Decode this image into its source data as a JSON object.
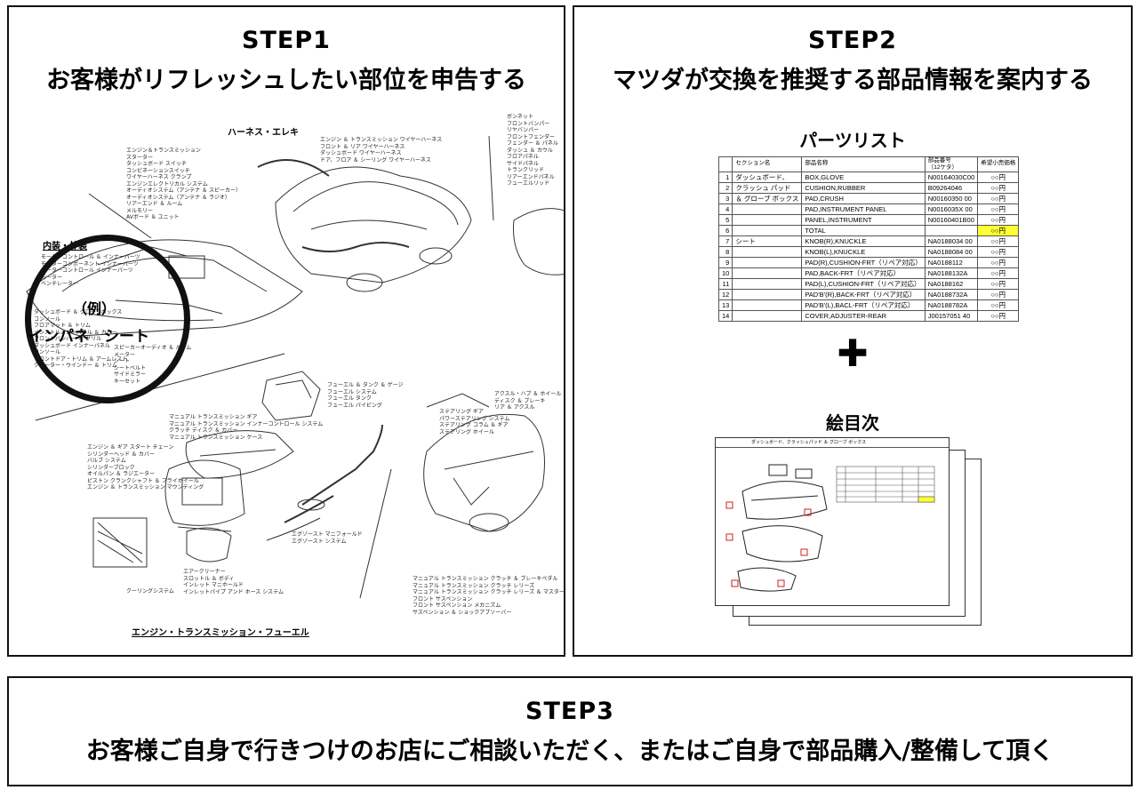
{
  "step1": {
    "title": "STEP1",
    "desc": "お客様がリフレッシュしたい部位を申告する",
    "diagram": {
      "harness_label": "ハーネス・エレキ",
      "interior_label": "内装・外装",
      "engine_label": "エンジン・トランスミッション・フューエル",
      "example_label": "（例）",
      "example_text": "インパネ　シート",
      "harness_items_left": "エンジン＆トランスミッション\nスターター\nタッシュボード スイッチ\nコンビネーションスイッチ\nワイヤーハーネス クランプ\nエンジンエレクトリカル システム\nオーディオシステム（アンテナ ＆ スピーカー）\nオーディオシステム（アンテナ ＆ ラジオ）\nリアーエンド ＆ ルーム\nメルモリー\nAVボード ＆ ユニット",
      "harness_items_top": "エンジン ＆ トランスミッション ワイヤーハーネス\nフロント ＆ リア ワイヤーハーネス\nダッシュボード ワイヤーハーネス\nドア、フロア ＆ シーリング ワイヤーハーネス",
      "harness_items_right": "ボンネット\nフロントバンパー\nリヤバンパー\nフロントフェンダー\nフェンダー ＆ パネル\nダッシュ ＆ カウル\nフロアパネル\nサイドパネル\nトランクリッド\nリアーエンドパネル\nフューエルリッド",
      "interior_items_1": "モーターコントロール ＆ インナーパーツ\nモーターコンポーネント インナーパーツ\nモーターコントロール インナーパーツ\nモーター\nベンチレーター",
      "interior_items_2": "ダッシュボード ＆ グローブボックス\nコンソール\nフロアマット ＆ トリム\nインストルメントパネル ＆ カバー\nフロントバンパー ＆ グリル\nダッシュボード インナーパネル\nコンソール\nフロントドア・トリム ＆ アームレスト\nクオーター・ウインドー ＆ トリム",
      "interior_items_3": "スピーカーオーディオ ＆ ルーム\nメーター\nシート\nシートベルト\nサイドミラー\nキーセット",
      "fuel_items": "フューエル ＆ タンク ＆ ゲージ\nフューエル システム\nフューエル タンク\nフューエル パイピング",
      "trans_items": "マニュアル トランスミッション ギア\nマニュアル トランスミッション インナーコントロール システム\nクラッチ ディスク ＆ カバー\nマニュアル トランスミッション ケース",
      "engine_items": "エンジン ＆ ギア スタート チェーン\nシリンダーヘッド ＆ カバー\nバルブ システム\nシリンダーブロック\nオイルパン ＆ ラジエーター\nピストン クランクシャフト ＆ フライホイール\nエンジン ＆ トランスミッション マウンティング",
      "steering_items": "ステアリング ギア\nパワーステアリング システム\nステアリング コラム ＆ ギア\nステアリング ホイール",
      "axle_items": "アクスル・ハブ ＆ ホイール システム\nディスク ＆ ブレーキ\nリア ＆ アクスル",
      "exhaust_items": "エグゾースト マニフォールド\nエグゾースト システム",
      "air_items": "エアークリーナー\nスロットル ＆ ボディ\nインレット マニホールド\nインレットパイプ アンド ホース システム",
      "cooling_items": "クーリングシステム",
      "brake_items": "マニュアル トランスミッション クラッチ ＆ ブレーキペダル\nマニュアル トランスミッション クラッチ レリーズ\nマニュアル トランスミッション クラッチ レリーズ ＆ マスターシリンダー\nフロント サスペンション\nフロント サスペンション メカニズム\nサスペンション ＆ ショックアブソーバー"
    }
  },
  "step2": {
    "title": "STEP2",
    "desc": "マツダが交換を推奨する部品情報を案内する",
    "parts_list_title": "パーツリスト",
    "plus_glyph": "✚",
    "illustration_title": "絵目次",
    "table": {
      "headers": [
        "",
        "セクション名",
        "部品名称",
        "部品番号\n（12ケタ）",
        "希望小売価格"
      ],
      "rows": [
        {
          "no": "1",
          "section": "ダッシュボード、",
          "name": "BOX,GLOVE",
          "part": "N00164030C00",
          "price": "○○円",
          "yellow": false
        },
        {
          "no": "2",
          "section": "クラッシュ パッド",
          "name": "CUSHION,RUBBER",
          "part": "B09264046",
          "price": "○○円",
          "yellow": false
        },
        {
          "no": "3",
          "section": "＆ グローブ ボックス",
          "name": "PAD,CRUSH",
          "part": "N00160350 00",
          "price": "○○円",
          "yellow": false
        },
        {
          "no": "4",
          "section": "",
          "name": "PAD,INSTRUMENT PANEL",
          "part": "N0016035X 00",
          "price": "○○円",
          "yellow": false
        },
        {
          "no": "5",
          "section": "",
          "name": "PANEL,INSTRUMENT",
          "part": "N00160401B00",
          "price": "○○円",
          "yellow": false
        },
        {
          "no": "6",
          "section": "",
          "name": "TOTAL",
          "part": "",
          "price": "○○円",
          "yellow": true
        },
        {
          "no": "7",
          "section": "シート",
          "name": "KNOB(R),KNUCKLE",
          "part": "NA0188034 00",
          "price": "○○円",
          "yellow": false
        },
        {
          "no": "8",
          "section": "",
          "name": "KNOB(L),KNUCKLE",
          "part": "NA0188084 00",
          "price": "○○円",
          "yellow": false
        },
        {
          "no": "9",
          "section": "",
          "name": "PAD(R),CUSHION-FRT（リペア対応）",
          "part": "NA0188112",
          "price": "○○円",
          "yellow": false
        },
        {
          "no": "10",
          "section": "",
          "name": "PAD,BACK-FRT（リペア対応）",
          "part": "NA0188132A",
          "price": "○○円",
          "yellow": false
        },
        {
          "no": "11",
          "section": "",
          "name": "PAD(L),CUSHION-FRT（リペア対応）",
          "part": "NA0188162",
          "price": "○○円",
          "yellow": false
        },
        {
          "no": "12",
          "section": "",
          "name": "PAD'B'(R),BACK-FRT（リペア対応）",
          "part": "NA0188732A",
          "price": "○○円",
          "yellow": false
        },
        {
          "no": "13",
          "section": "",
          "name": "PAD'B'(L),BACL-FRT（リペア対応）",
          "part": "NA0188782A",
          "price": "○○円",
          "yellow": false
        },
        {
          "no": "14",
          "section": "",
          "name": "COVER,ADJUSTER-REAR",
          "part": "J00157051 40",
          "price": "○○円",
          "yellow": false
        }
      ]
    },
    "mini_sheet_header": "ダッシュボード、クラッシュパッド ＆ グローブ ボックス"
  },
  "step3": {
    "title": "STEP3",
    "desc": "お客様ご自身で行きつけのお店にご相談いただく、またはご自身で部品購入/整備して頂く"
  },
  "colors": {
    "border": "#111111",
    "highlight": "#ffff33",
    "callout_red": "#d11f1f"
  }
}
